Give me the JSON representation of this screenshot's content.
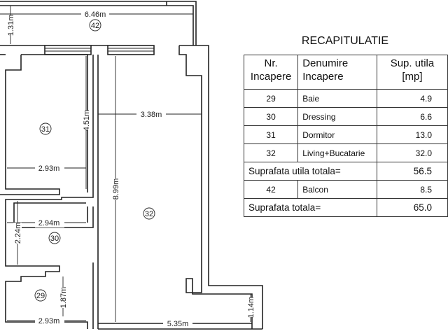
{
  "plan": {
    "dimensions": {
      "balcony_width": "6.46m",
      "balcony_depth": "1.31m",
      "bedroom_height": "4.51m",
      "bedroom_width": "2.93m",
      "living_width": "3.38m",
      "living_height": "8.99m",
      "dressing_width": "2.94m",
      "dressing_height": "2.24m",
      "bath_height": "1.87m",
      "bath_width": "2.93m",
      "bottom_width": "5.35m",
      "bottom_step": "1.14m"
    },
    "room_tags": {
      "balcony": "42",
      "bedroom": "31",
      "living": "32",
      "dressing": "30",
      "bath": "29"
    }
  },
  "recap": {
    "title": "RECAPITULATIE",
    "headers": {
      "nr": "Nr. Incapere",
      "name": "Denumire Incapere",
      "area": "Sup. utila [mp]"
    },
    "rows": [
      {
        "nr": "29",
        "name": "Baie",
        "area": "4.9"
      },
      {
        "nr": "30",
        "name": "Dressing",
        "area": "6.6"
      },
      {
        "nr": "31",
        "name": "Dormitor",
        "area": "13.0"
      },
      {
        "nr": "32",
        "name": "Living+Bucatarie",
        "area": "32.0"
      }
    ],
    "useful_total": {
      "label": "Suprafata utila totala=",
      "value": "56.5"
    },
    "balcony_row": {
      "nr": "42",
      "name": "Balcon",
      "area": "8.5"
    },
    "total": {
      "label": "Suprafata totala=",
      "value": "65.0"
    }
  }
}
